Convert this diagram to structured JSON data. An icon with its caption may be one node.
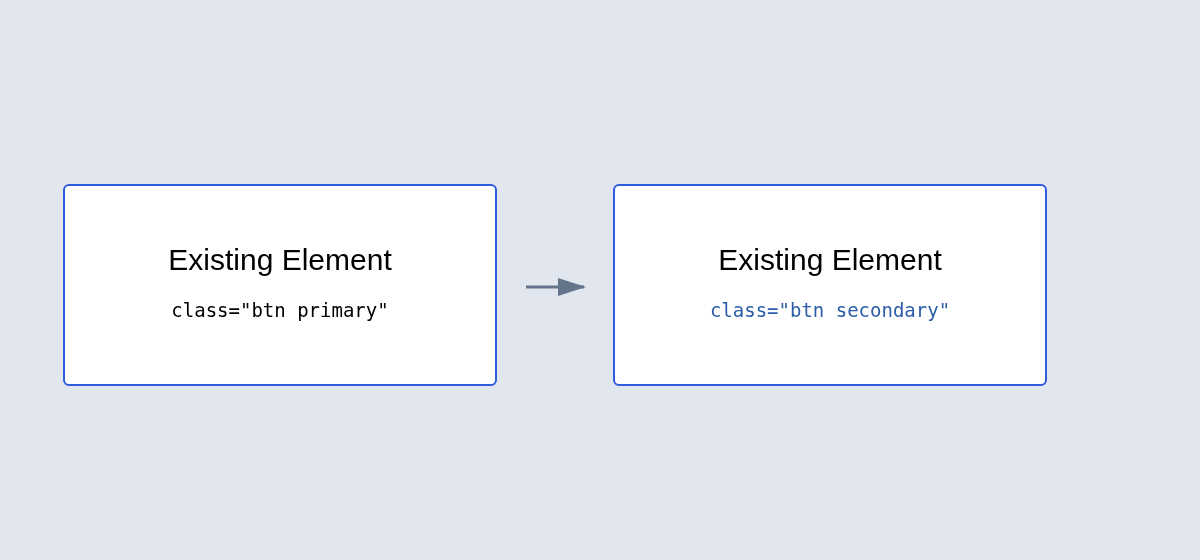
{
  "diagram": {
    "nodes": [
      {
        "text": [
          "Existing Element",
          "class=\"btn primary\""
        ]
      },
      {
        "text": [
          "Existing Element",
          "class=\"btn secondary\""
        ]
      }
    ],
    "edges": [
      {
        "from": 0,
        "to": 1,
        "arrow": "to"
      }
    ]
  }
}
